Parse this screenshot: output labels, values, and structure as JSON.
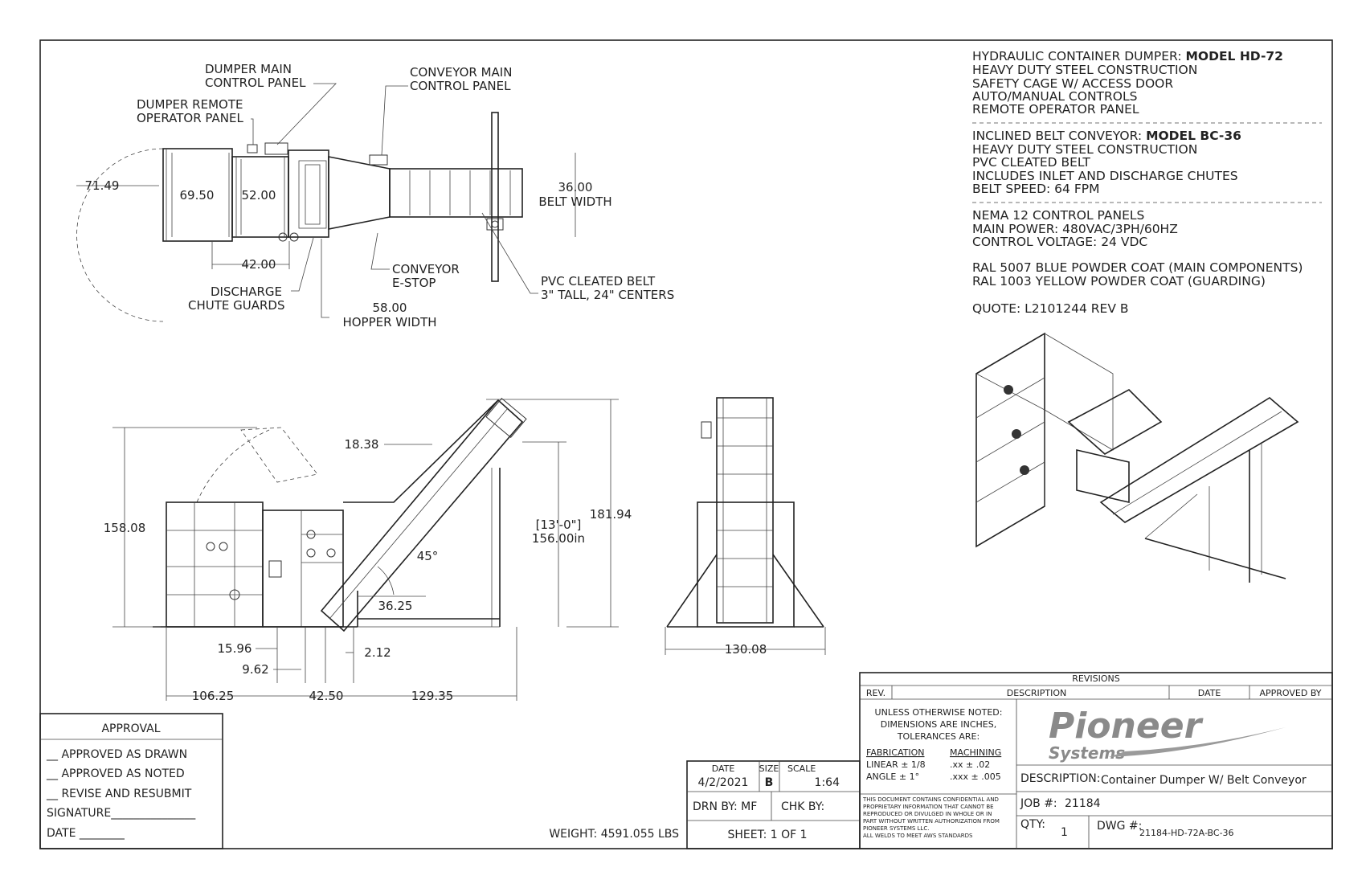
{
  "specs": {
    "dumper": {
      "title_prefix": "HYDRAULIC CONTAINER DUMPER:",
      "model": "MODEL HD-72",
      "lines": [
        "HEAVY DUTY STEEL CONSTRUCTION",
        "SAFETY CAGE W/ ACCESS DOOR",
        "AUTO/MANUAL CONTROLS",
        "REMOTE OPERATOR PANEL"
      ]
    },
    "conveyor": {
      "title_prefix": "INCLINED BELT CONVEYOR:",
      "model": "MODEL BC-36",
      "lines": [
        "HEAVY DUTY STEEL CONSTRUCTION",
        "PVC CLEATED BELT",
        "INCLUDES INLET AND DISCHARGE CHUTES",
        "BELT SPEED:  64 FPM"
      ]
    },
    "electrical": [
      "NEMA 12 CONTROL PANELS",
      "MAIN POWER:  480VAC/3PH/60HZ",
      "CONTROL VOLTAGE:  24 VDC"
    ],
    "coating": [
      "RAL 5007 BLUE POWDER COAT (MAIN COMPONENTS)",
      "RAL 1003 YELLOW POWDER COAT (GUARDING)"
    ],
    "quote": "QUOTE:  L2101244 REV B"
  },
  "top_view": {
    "labels": {
      "dumper_main_1": "DUMPER MAIN",
      "dumper_main_2": "CONTROL PANEL",
      "dumper_remote_1": "DUMPER REMOTE",
      "dumper_remote_2": "OPERATOR PANEL",
      "conveyor_main_1": "CONVEYOR MAIN",
      "conveyor_main_2": "CONTROL PANEL",
      "conveyor_estop_1": "CONVEYOR",
      "conveyor_estop_2": "E-STOP",
      "discharge_1": "DISCHARGE",
      "discharge_2": "CHUTE GUARDS",
      "pvc_1": "PVC CLEATED BELT",
      "pvc_2": "3\" TALL, 24\" CENTERS",
      "hopper_val": "58.00",
      "hopper_txt": "HOPPER WIDTH",
      "belt_val": "36.00",
      "belt_txt": "BELT WIDTH"
    },
    "dims": {
      "d1": "71.49",
      "d2": "69.50",
      "d3": "52.00",
      "d4": "42.00"
    }
  },
  "side_view": {
    "dims": {
      "d18": "18.38",
      "d158": "158.08",
      "d181": "181.94",
      "ft": "[13'-0\"]",
      "in156": "156.00in",
      "angle": "45°",
      "d3625": "36.25",
      "d1596": "15.96",
      "d962": "9.62",
      "d212": "2.12",
      "d10625": "106.25",
      "d4250": "42.50",
      "d12935": "129.35"
    }
  },
  "front_view": {
    "width": "130.08"
  },
  "approval": {
    "title": "APPROVAL",
    "options": [
      "__ APPROVED AS DRAWN",
      "__ APPROVED AS NOTED",
      "__ REVISE AND RESUBMIT"
    ],
    "signature": "SIGNATURE_______________",
    "date": "DATE ________"
  },
  "weight": "WEIGHT: 4591.055 LBS",
  "title_block": {
    "date_label": "DATE",
    "date": "4/2/2021",
    "size_label": "SIZE",
    "size": "B",
    "scale_label": "SCALE",
    "scale": "1:64",
    "drn": "DRN BY: MF",
    "chk": "CHK BY:",
    "sheet": "SHEET: 1 OF 1",
    "revisions": "REVISIONS",
    "rev": "REV.",
    "description_hdr": "DESCRIPTION",
    "date_hdr": "DATE",
    "approved_hdr": "APPROVED BY",
    "tol_1": "UNLESS OTHERWISE NOTED:",
    "tol_2": "DIMENSIONS ARE INCHES,",
    "tol_3": "TOLERANCES ARE:",
    "fab": "FABRICATION",
    "mach": "MACHINING",
    "linear": "LINEAR ± 1/8",
    "angle": "ANGLE ± 1°",
    "mach_1": ".xx ± .02",
    "mach_2": ".xxx ± .005",
    "conf": [
      "THIS DOCUMENT CONTAINS CONFIDENTIAL AND",
      "PROPRIETARY INFORMATION THAT CANNOT BE",
      "REPRODUCED OR DIVULGED IN WHOLE OR IN",
      "PART WITHOUT WRITTEN AUTHORIZATION FROM",
      "PIONEER SYSTEMS LLC.",
      "ALL WELDS TO MEET AWS STANDARDS"
    ],
    "logo_1": "Pioneer",
    "logo_2": "Systems",
    "description_label": "DESCRIPTION:",
    "description": "Container Dumper W/ Belt Conveyor",
    "job_label": "JOB #:",
    "job": "21184",
    "qty_label": "QTY:",
    "qty": "1",
    "dwg_label": "DWG #:",
    "dwg": "21184-HD-72A-BC-36"
  }
}
